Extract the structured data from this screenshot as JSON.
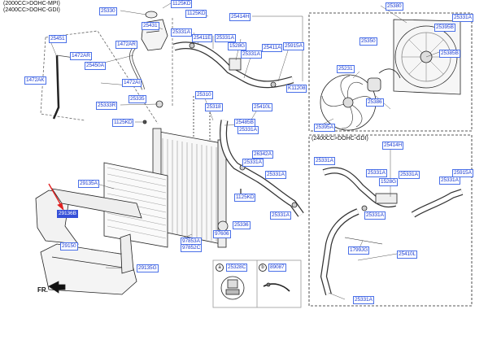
{
  "header": {
    "line1": "(2000CC>DOHC-MPI)",
    "line2": "(2400CC>DOHC-GDI)"
  },
  "inset_title": "(2400CC>DOHC-GDI)",
  "fr_label": "FR.",
  "legend": {
    "a": "a",
    "b": "b",
    "part_a": "25328C",
    "part_b": "89087"
  },
  "callouts": {
    "c25330": "25330",
    "c1125kd_a": "1125KD",
    "c1125kd_b": "1125KD",
    "c25414h_a": "25414H",
    "c25380": "25380",
    "c25431": "25431",
    "c25331a_1": "25331A",
    "c25411e": "25411E",
    "c25331a_2": "25331A",
    "c1528g_a": "1528G",
    "c25331a_3": "25331A",
    "c25331a_4": "25331A",
    "c25350": "25350",
    "c25395b": "25395B",
    "c25451": "25451",
    "c1472ar_a": "1472AR",
    "c1472ar_b": "1472AR",
    "c25450a": "25450A",
    "c25411a": "25411A",
    "c25915a_a": "25915A",
    "c25385b": "25385B",
    "c1472ak": "1472AK",
    "c1472ai": "1472AI",
    "c25231": "25231",
    "c25386": "25386",
    "c25335": "25335",
    "c25333r": "25333R",
    "c1125kd_c": "1125KD",
    "c25310": "25310",
    "c25318": "25318",
    "c25410l_a": "25410L",
    "c25395a": "25395A",
    "c25485b": "25485B",
    "c25331a_5": "25331A",
    "c25414h_b": "25414H",
    "c26342a": "26342A",
    "c25331a_6": "25331A",
    "c29135a": "29135A",
    "c25331a_7": "25331A",
    "c25331a_8": "25331A",
    "c25331a_9": "25331A",
    "c25331a_10": "25331A",
    "c1528g_b": "1528G",
    "c25331a_11": "25331A",
    "c25915a_b": "25915A",
    "c1125kd_d": "1125KD",
    "c29136b": "29136B",
    "c25331a_12": "25331A",
    "c25331a_13": "25331A",
    "c25336": "25336",
    "c97606": "97606",
    "c97853a": "97853A",
    "c97852c": "97852C",
    "c1799jg": "1799JG",
    "c29150": "29150",
    "c25410l_b": "25410L",
    "c29135g": "29135G",
    "c25331a_14": "25331A",
    "k11208": "K11208"
  }
}
